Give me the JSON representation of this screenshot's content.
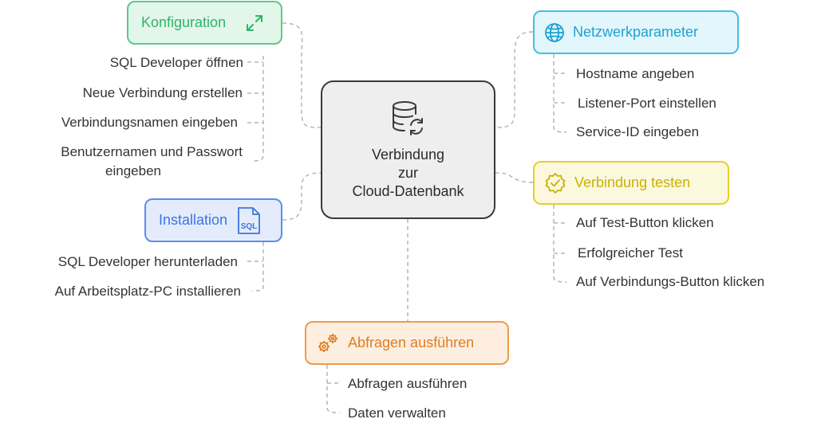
{
  "center": {
    "title_lines": [
      "Verbindung",
      "zur",
      "Cloud-Datenbank"
    ],
    "icon": "database-sync-icon"
  },
  "branches": {
    "konfiguration": {
      "label": "Konfiguration",
      "icon": "expand-arrows-icon",
      "color": "#2eb36a",
      "items": [
        "SQL Developer öffnen",
        "Neue Verbindung erstellen",
        "Verbindungsnamen eingeben",
        "Benutzernamen und Passwort",
        "eingeben"
      ]
    },
    "installation": {
      "label": "Installation",
      "icon": "sql-file-icon",
      "color": "#3c74e0",
      "items": [
        "SQL Developer herunterladen",
        "Auf Arbeitsplatz-PC installieren"
      ]
    },
    "netzwerkparameter": {
      "label": "Netzwerkparameter",
      "icon": "globe-network-icon",
      "color": "#1ba3d3",
      "items": [
        "Hostname angeben",
        "Listener-Port einstellen",
        "Service-ID eingeben"
      ]
    },
    "verbindung_testen": {
      "label": "Verbindung testen",
      "icon": "verified-badge-icon",
      "color": "#c9b200",
      "items": [
        "Auf Test-Button klicken",
        "Erfolgreicher Test",
        "Auf Verbindungs-Button klicken"
      ]
    },
    "abfragen": {
      "label": "Abfragen ausführen",
      "icon": "gears-icon",
      "color": "#e07e20",
      "items": [
        "Abfragen ausführen",
        "Daten verwalten"
      ]
    }
  }
}
